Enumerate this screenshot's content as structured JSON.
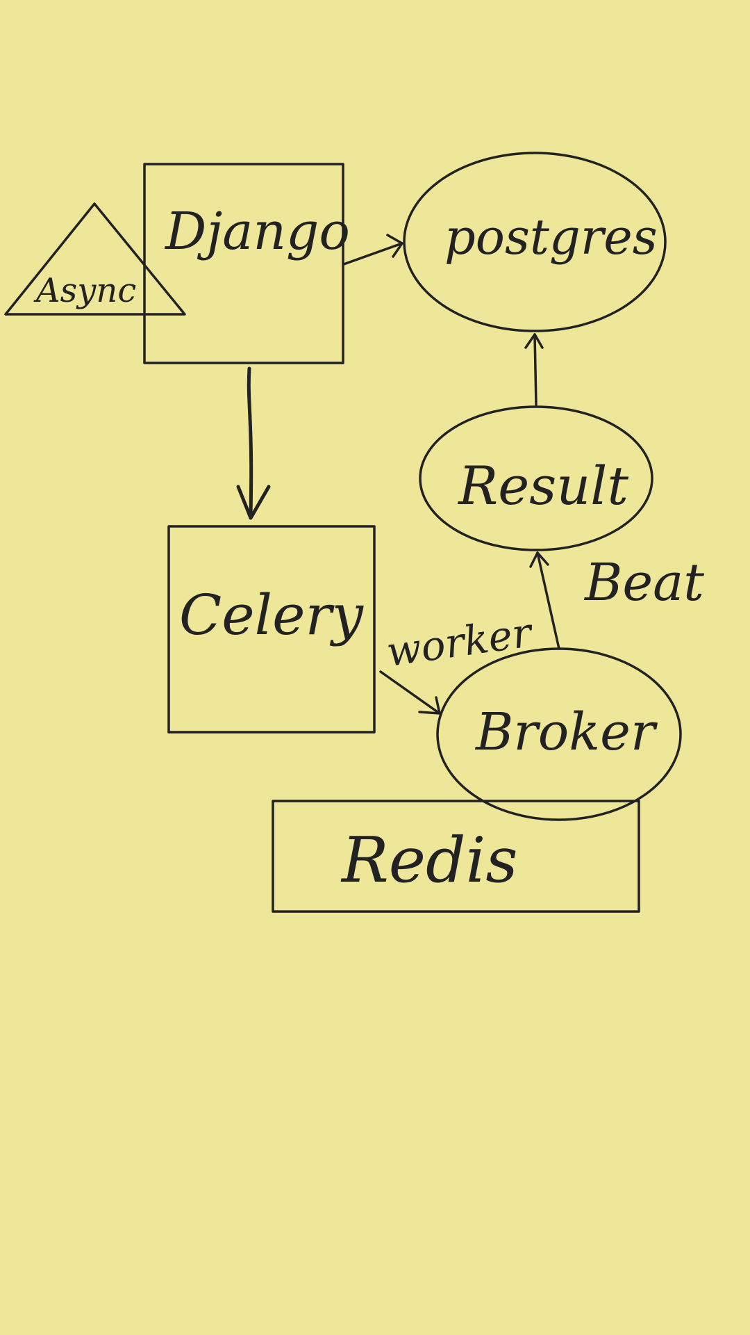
{
  "background": "#EEE79A",
  "ink": "#222222",
  "nodes": {
    "django": "Django",
    "async": "Async",
    "postgres": "postgres",
    "result": "Result",
    "celery": "Celery",
    "broker": "Broker",
    "redis": "Redis"
  },
  "edge_labels": {
    "worker": "worker",
    "beat": "Beat"
  }
}
